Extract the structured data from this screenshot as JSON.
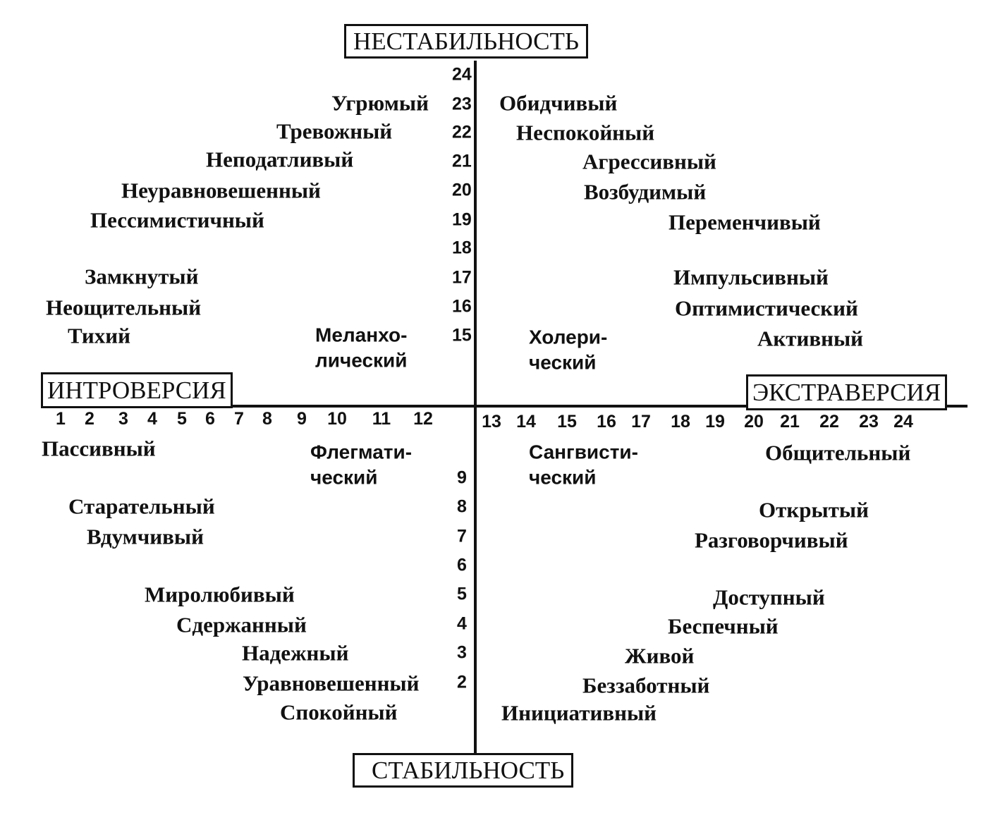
{
  "poles": {
    "top": "НЕСТАБИЛЬНОСТЬ",
    "bottom": "СТАБИЛЬНОСТЬ",
    "left": "ИНТРОВЕРСИЯ",
    "right": "ЭКСТРАВЕРСИЯ"
  },
  "quadrants": {
    "melancholic": "Меланхо-\nлический",
    "choleric": "Холери-\nческий",
    "phlegmatic": "Флегмати-\nческий",
    "sanguine": "Сангвисти-\nческий"
  },
  "scales": {
    "upper": [
      "24",
      "23",
      "22",
      "21",
      "20",
      "19",
      "18",
      "17",
      "16",
      "15"
    ],
    "lower": [
      "9",
      "8",
      "7",
      "6",
      "5",
      "4",
      "3",
      "2"
    ],
    "left": [
      "1",
      "2",
      "3",
      "4",
      "5",
      "6",
      "7",
      "8",
      "9",
      "10",
      "11",
      "12"
    ],
    "right": [
      "13",
      "14",
      "15",
      "16",
      "17",
      "18",
      "19",
      "20",
      "21",
      "22",
      "23",
      "24"
    ]
  },
  "traits": {
    "melancholic": [
      "Угрюмый",
      "Тревожный",
      "Неподатливый",
      "Неуравновешенный",
      "Пессимистичный",
      "Замкнутый",
      "Неощительный",
      "Тихий"
    ],
    "choleric": [
      "Обидчивый",
      "Неспокойный",
      "Агрессивный",
      "Возбудимый",
      "Переменчивый",
      "Импульсивный",
      "Оптимистический",
      "Активный"
    ],
    "phlegmatic": [
      "Пассивный",
      "Старательный",
      "Вдумчивый",
      "Миролюбивый",
      "Сдержанный",
      "Надежный",
      "Уравновешенный",
      "Спокойный"
    ],
    "sanguine": [
      "Общительный",
      "Открытый",
      "Разговорчивый",
      "Доступный",
      "Беспечный",
      "Живой",
      "Беззаботный",
      "Инициативный"
    ]
  }
}
